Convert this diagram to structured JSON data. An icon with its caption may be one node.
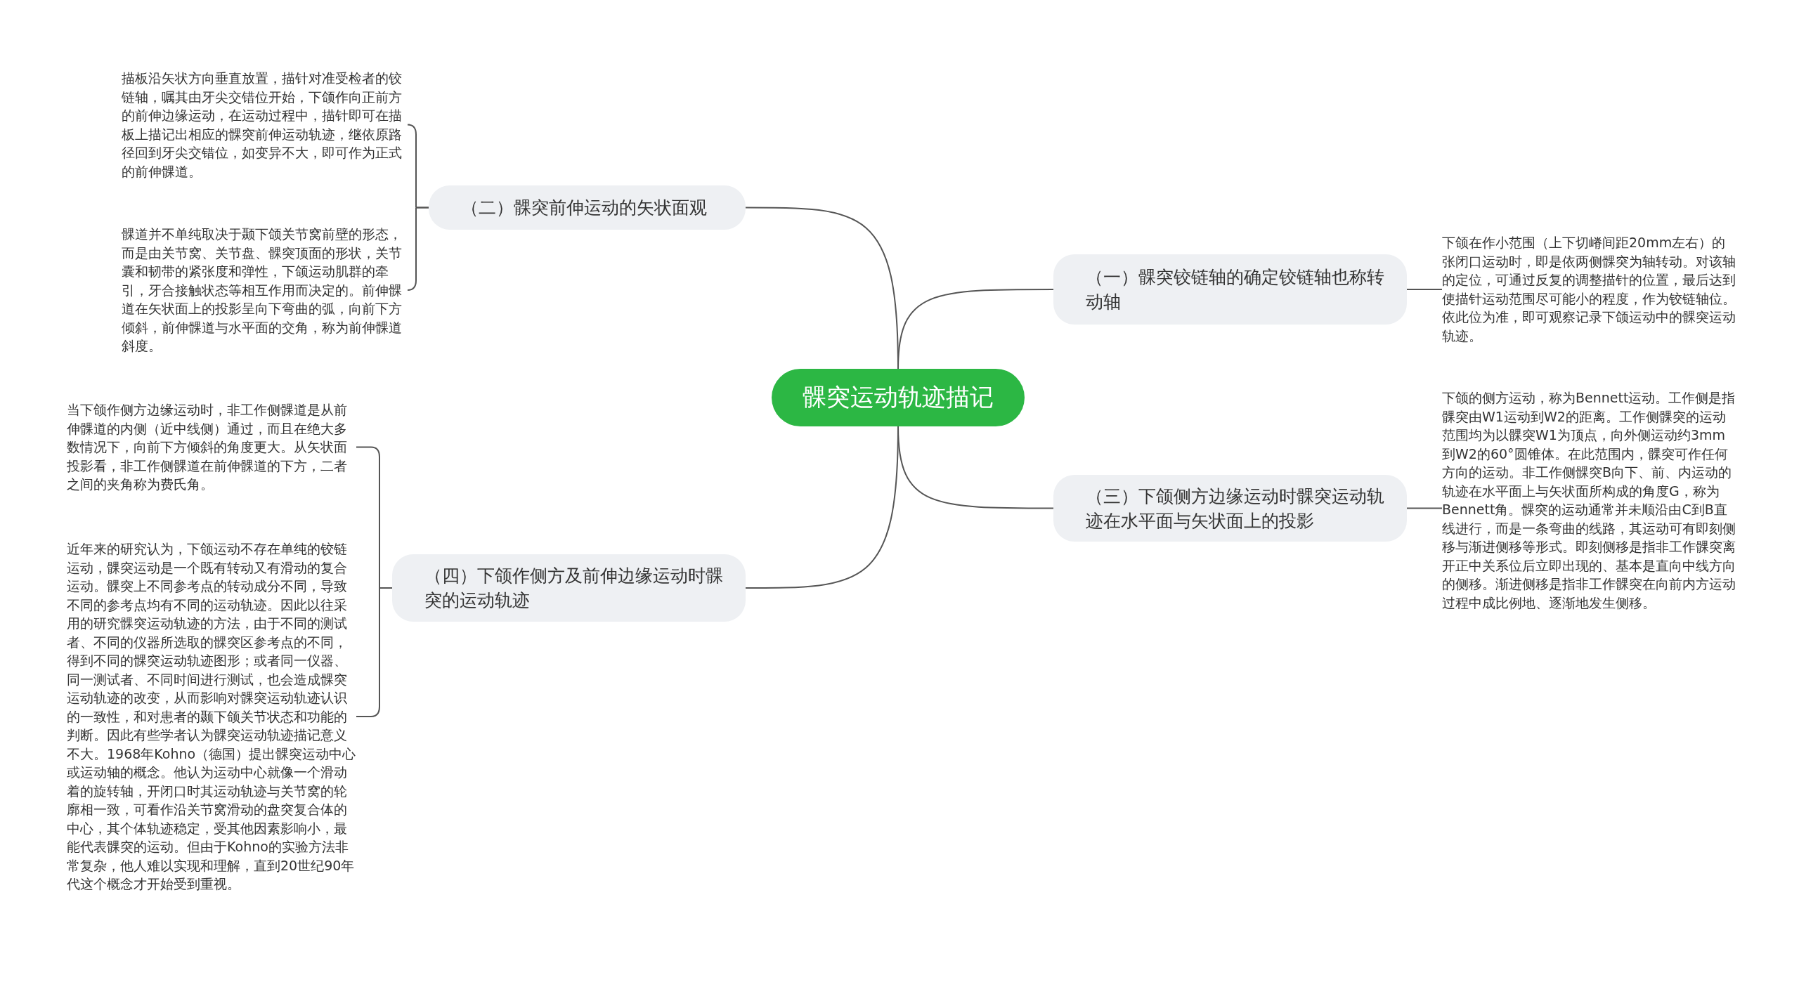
{
  "diagram": {
    "nodes": [
      {
        "text": [
          "髁突运动轨迹描记"
        ]
      },
      {
        "text": [
          "（二）髁突前伸运动的矢状面观"
        ]
      },
      {
        "text": [
          "描板沿矢状方向垂直放置，描针对准受检者的铰链轴，嘱其由牙尖交错位开始，下颌作向正前方的前伸边缘运动，在运动过程中，描针即可在描板上描记出相应的髁突前伸运动轨迹，继依原路径回到牙尖交错位，如变异不大，即可作为正式的前伸髁道。"
        ]
      },
      {
        "text": [
          "髁道并不单纯取决于颞下颌关节窝前壁的形态，而是由关节窝、关节盘、髁突顶面的形状，关节囊和韧带的紧张度和弹性，下颌运动肌群的牵引，牙合接触状态等相互作用而决定的。前伸髁道在矢状面上的投影呈向下弯曲的弧，向前下方倾斜，前伸髁道与水平面的交角，称为前伸髁道斜度。"
        ]
      },
      {
        "text": [
          "（一）髁突铰链轴的确定铰链轴也称转动轴"
        ]
      },
      {
        "text": [
          "下颌在作小范围（上下切嵴间距20mm左右）的张闭口运动时，即是依两侧髁突为轴转动。对该轴的定位，可通过反复的调整描针的位置，最后达到使描针运动范围尽可能小的程度，作为铰链轴位。依此位为准，即可观察记录下颌运动中的髁突运动轨迹。"
        ]
      },
      {
        "text": [
          "（三）下颌侧方边缘运动时髁突运动轨迹在水平面与矢状面上的投影"
        ]
      },
      {
        "text": [
          "下颌的侧方运动，称为Bennett运动。工作侧是指髁突由W1运动到W2的距离。工作侧髁突的运动范围均为以髁突W1为顶点，向外侧运动约3mm到W2的60°圆锥体。在此范围内，髁突可作任何方向的运动。非工作侧髁突B向下、前、内运动的轨迹在水平面上与矢状面所构成的角度G，称为Bennett角。髁突的运动通常并未顺沿由C到B直线进行，而是一条弯曲的线路，其运动可有即刻侧移与渐进侧移等形式。即刻侧移是指非工作髁突离开正中关系位后立即出现的、基本是直向中线方向的侧移。渐进侧移是指非工作髁突在向前内方运动过程中成比例地、逐渐地发生侧移。"
        ]
      },
      {
        "text": [
          "（四）下颌作侧方及前伸边缘运动时髁突的运动轨迹"
        ]
      },
      {
        "text": [
          "当下颌作侧方边缘运动时，非工作侧髁道是从前伸髁道的内侧（近中线侧）通过，而且在绝大多数情况下，向前下方倾斜的角度更大。从矢状面投影看，非工作侧髁道在前伸髁道的下方，二者之间的夹角称为费氏角。"
        ]
      },
      {
        "text": [
          "近年来的研究认为，下颌运动不存在单纯的铰链运动，髁突运动是一个既有转动又有滑动的复合运动。髁突上不同参考点的转动成分不同，导致不同的参考点均有不同的运动轨迹。因此以往采用的研究髁突运动轨迹的方法，由于不同的测试者、不同的仪器所选取的髁突区参考点的不同，得到不同的髁突运动轨迹图形；或者同一仪器、同一测试者、不同时间进行测试，也会造成髁突运动轨迹的改变，从而影响对髁突运动轨迹认识的一致性，和对患者的颞下颌关节状态和功能的判断。因此有些学者认为髁突运动轨迹描记意义不大。1968年Kohno（德国）提出髁突运动中心或运动轴的概念。他认为运动中心就像一个滑动着的旋转轴，开闭口时其运动轨迹与关节窝的轮廓相一致，可看作沿关节窝滑动的盘突复合体的中心，其个体轨迹稳定，受其他因素影响小，最能代表髁突的运动。但由于Kohno的实验方法非常复杂，他人难以实现和理解，直到20世纪90年代这个概念才开始受到重视。"
        ]
      }
    ],
    "edges": [
      {
        "from": 0,
        "to": 1,
        "arrow": "none"
      },
      {
        "from": 0,
        "to": 4,
        "arrow": "none"
      },
      {
        "from": 0,
        "to": 6,
        "arrow": "none"
      },
      {
        "from": 0,
        "to": 8,
        "arrow": "none"
      },
      {
        "from": 1,
        "to": 2,
        "arrow": "none"
      },
      {
        "from": 1,
        "to": 3,
        "arrow": "none"
      },
      {
        "from": 4,
        "to": 5,
        "arrow": "none"
      },
      {
        "from": 6,
        "to": 7,
        "arrow": "none"
      },
      {
        "from": 8,
        "to": 9,
        "arrow": "none"
      },
      {
        "from": 8,
        "to": 10,
        "arrow": "none"
      }
    ]
  }
}
